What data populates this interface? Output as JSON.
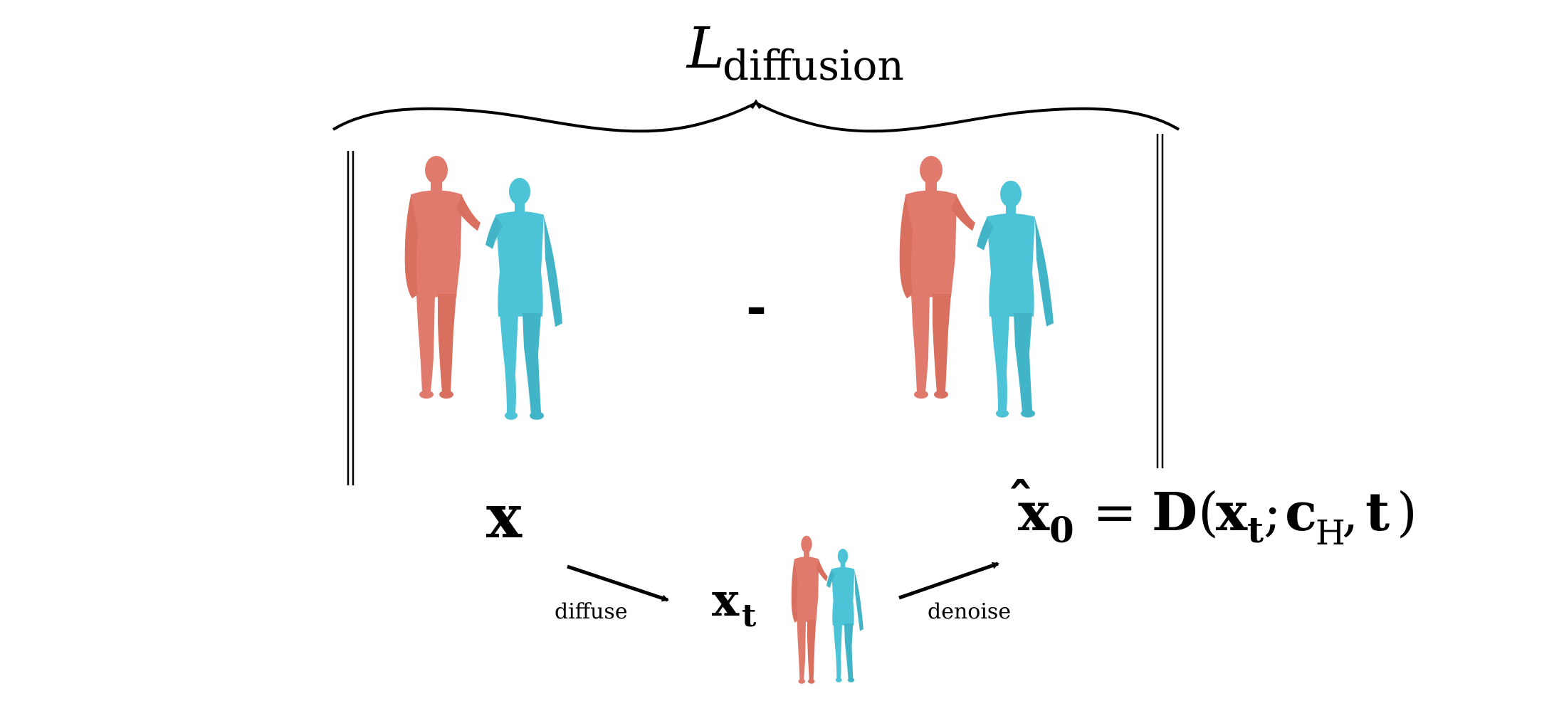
{
  "loss": {
    "symbol": "L",
    "subscript": "diffusion"
  },
  "minus_sign": "-",
  "x_label": "x",
  "xt_label": {
    "base": "x",
    "sub": "t"
  },
  "diffuse_label": "diffuse",
  "denoise_label": "denoise",
  "equation": {
    "hat": "̂",
    "lhs_base": "x",
    "lhs_sub": "0",
    "eq": "=",
    "func": "D",
    "open": "(",
    "arg1_base": "x",
    "arg1_sub": "t",
    "sep1": ";",
    "arg2_base": "c",
    "arg2_sub": "H",
    "sep2": ",",
    "arg3": "t",
    "close": ")"
  },
  "colors": {
    "body_red": "#e07a6c",
    "body_red_dark": "#c9665a",
    "body_cyan": "#4cc3d6",
    "body_cyan_dark": "#38a9bd",
    "ink": "#000000"
  }
}
